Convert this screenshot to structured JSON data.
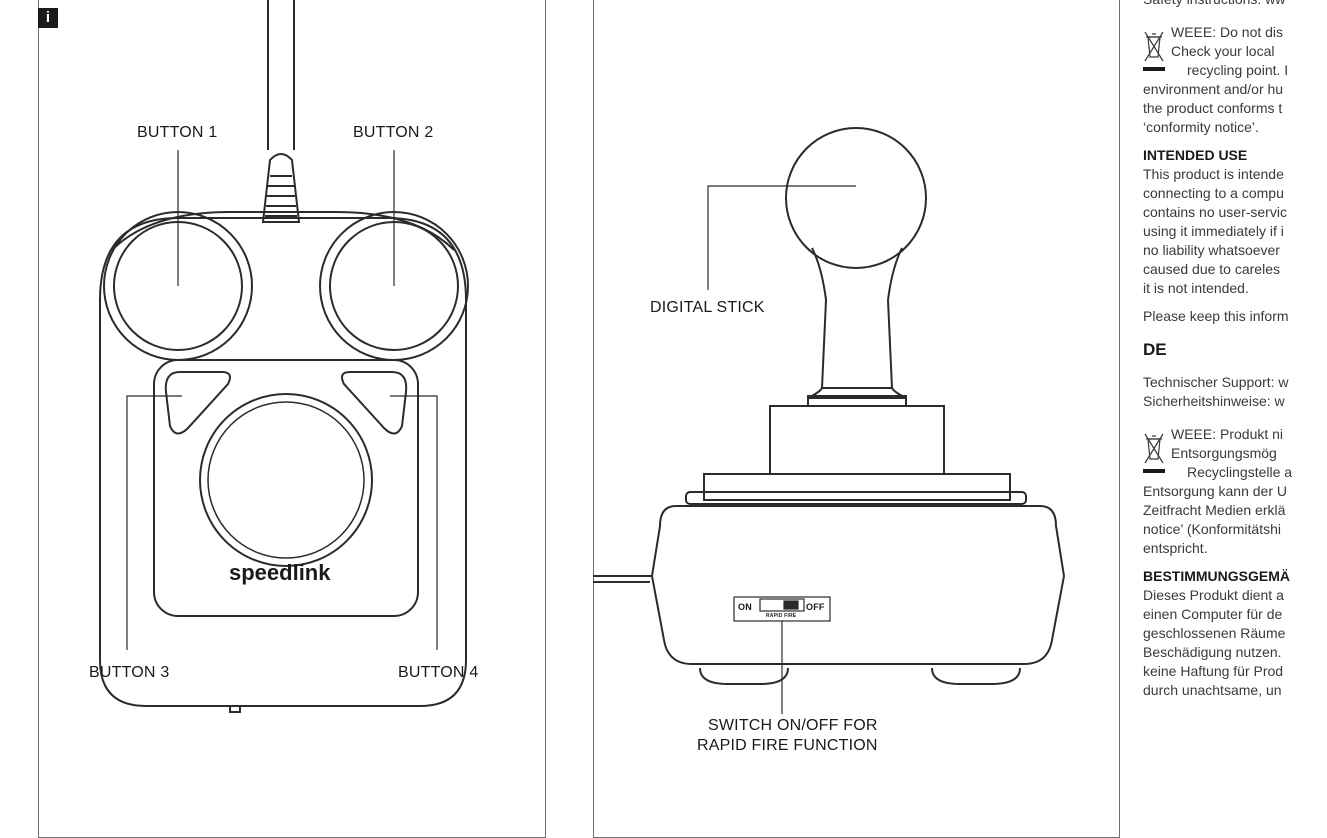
{
  "left_panel": {
    "badge": "i",
    "button1": "BUTTON 1",
    "button2": "BUTTON 2",
    "button3": "BUTTON 3",
    "button4": "BUTTON 4",
    "brand": "speedlink"
  },
  "mid_panel": {
    "stick_label": "DIGITAL STICK",
    "switch_on": "ON",
    "switch_off": "OFF",
    "switch_caption": "RAPID FIRE",
    "switch_label_line1": "SWITCH ON/OFF FOR",
    "switch_label_line2": "RAPID FIRE FUNCTION"
  },
  "right_column": {
    "top_line": "Safety instructions: ww",
    "weee_en": [
      "WEEE: Do not dis",
      "Check your local",
      "recycling point. I"
    ],
    "weee_en_rest": [
      "environment and/or hu",
      "the product conforms t",
      "‘conformity notice’."
    ],
    "intended_use_head": "INTENDED USE",
    "intended_use_lines": [
      "This product is intende",
      "connecting to a compu",
      "contains no user-servic",
      "using it immediately if i",
      "no liability whatsoever",
      "caused due to careles",
      "it is not intended."
    ],
    "keep_info": "Please keep this inform",
    "lang_de": "DE",
    "support_lines": [
      "Technischer Support: w",
      "Sicherheitshinweise: w"
    ],
    "weee_de": [
      "WEEE: Produkt ni",
      "Entsorgungsmög",
      "Recyclingstelle a"
    ],
    "weee_de_rest": [
      "Entsorgung kann der U",
      "Zeitfracht Medien erklä",
      "notice’ (Konformitätshi",
      "entspricht."
    ],
    "bestimmung_head": "BESTIMMUNGSGEMÄ",
    "bestimmung_lines": [
      "Dieses Produkt dient a",
      "einen Computer für de",
      "geschlossenen Räume",
      "Beschädigung nutzen.",
      "keine Haftung für Prod",
      "durch unachtsame, un"
    ]
  }
}
